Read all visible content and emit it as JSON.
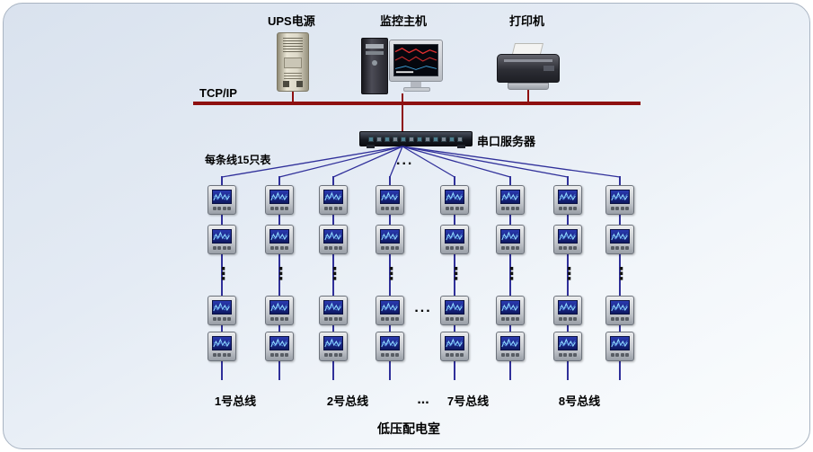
{
  "diagram": {
    "devices": [
      {
        "label": "UPS电源"
      },
      {
        "label": "监控主机"
      },
      {
        "label": "打印机"
      }
    ],
    "tcpip_label": "TCP/IP",
    "serial_server_label": "串口服务器",
    "note": "每条线15只表",
    "server_ellipsis": "...",
    "mid_ellipsis": "...",
    "col_ellipsis": "⋮",
    "bus_labels": [
      "1号总线",
      "2号总线",
      "...",
      "7号总线",
      "8号总线"
    ],
    "room_label": "低压配电室",
    "colors": {
      "tcpip_line": "#8e1010",
      "bus_line": "#30309a"
    }
  }
}
